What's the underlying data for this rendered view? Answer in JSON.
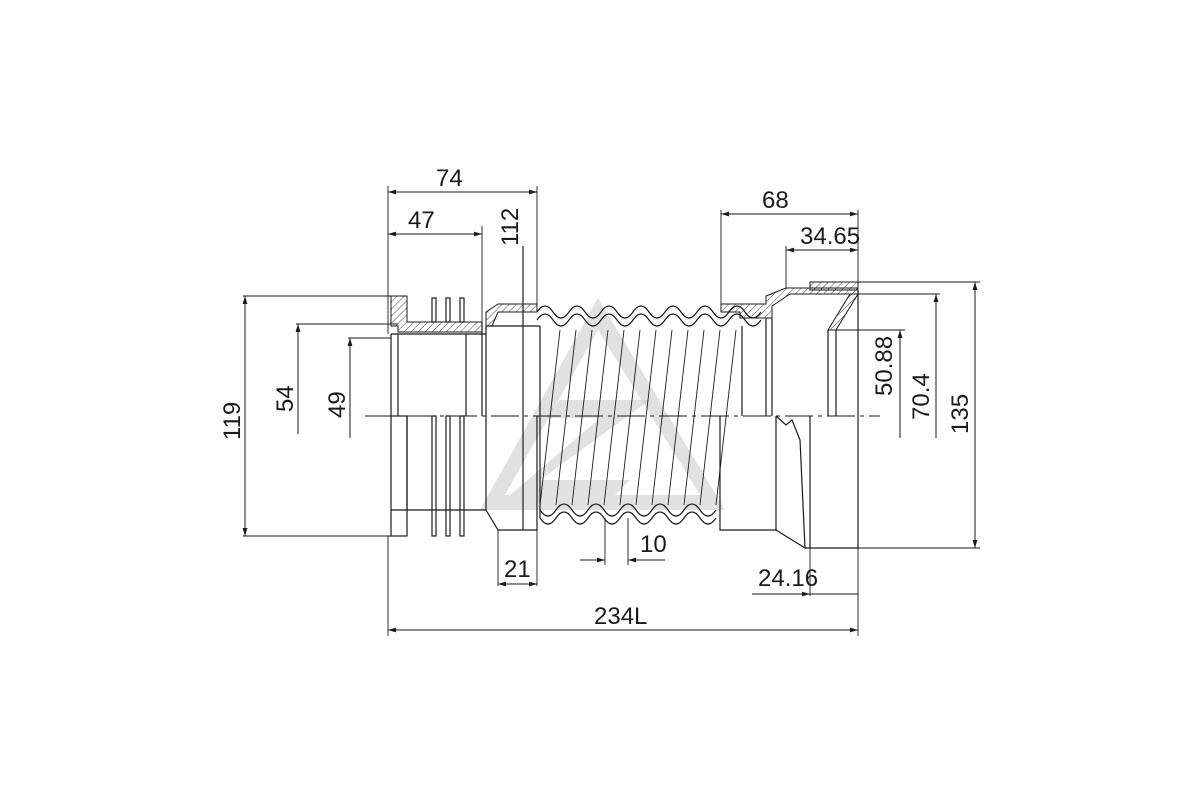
{
  "dimensions": {
    "d74": "74",
    "d47": "47",
    "d112": "112",
    "d68": "68",
    "d3465": "34.65",
    "d119": "119",
    "d54": "54",
    "d49": "49",
    "d5088": "50.88",
    "d704": "70.4",
    "d135": "135",
    "d21": "21",
    "d10": "10",
    "d2416": "24.16",
    "d234": "234L"
  },
  "colors": {
    "line": "#1a1a1a",
    "watermark": "#c8c8c8",
    "background": "#ffffff"
  }
}
